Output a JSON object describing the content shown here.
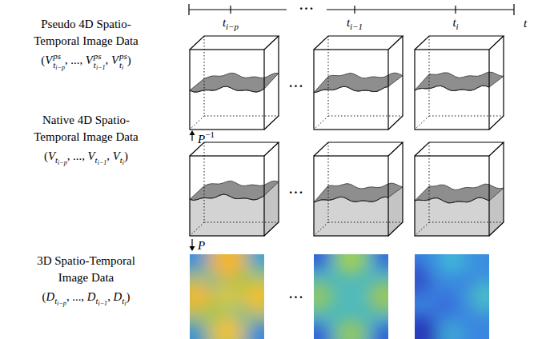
{
  "diagram": {
    "labels": [
      "t",
      "i−p",
      "t",
      "i−1",
      "t",
      "i",
      "t",
      "Pseudo 4D Spatio-Temporal Image Data",
      "(",
      "V",
      "ps",
      "t",
      "i−p",
      ", ..., ",
      "V",
      "ps",
      "t",
      "i−1",
      ", ",
      "V",
      "ps",
      "t",
      "i",
      ")",
      "Native 4D Spatio-Temporal Image Data",
      "(",
      "V",
      "t",
      "i−p",
      ", ..., ",
      "V",
      "t",
      "i−1",
      ", ",
      "V",
      "t",
      "i",
      ")",
      "3D Spatio-Temporal Image Data",
      "(",
      "D",
      "t",
      "i−p",
      ", ..., ",
      "D",
      "t",
      "i−1",
      ", ",
      "D",
      "t",
      "i",
      ")",
      "P",
      "−1",
      "P",
      "···",
      "···",
      "···",
      "···"
    ]
  }
}
